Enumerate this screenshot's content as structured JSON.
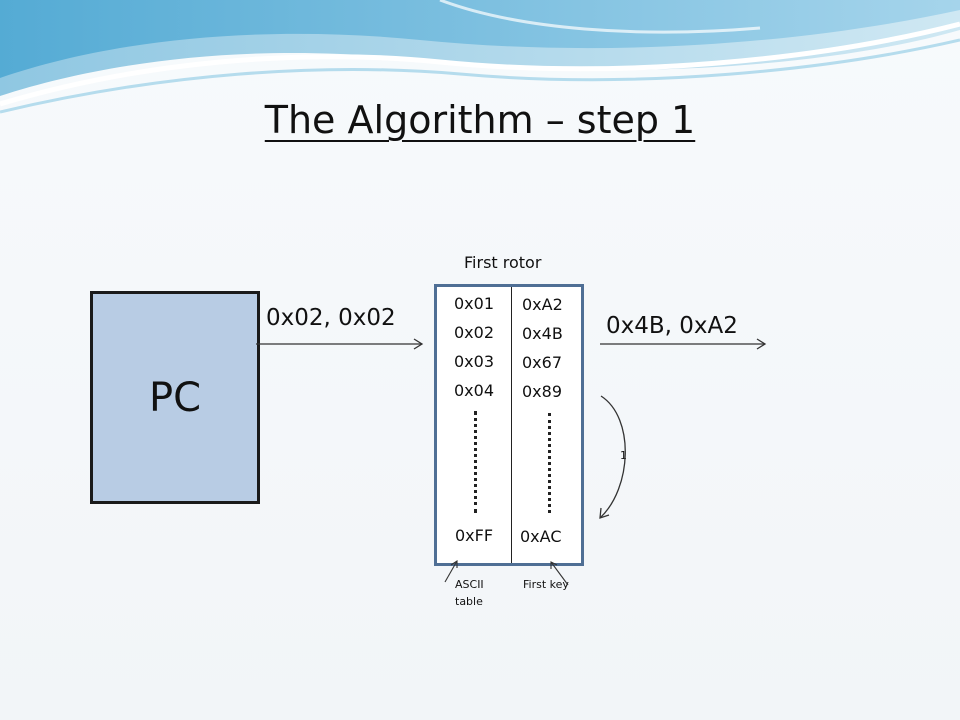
{
  "title": "The Algorithm – step 1",
  "pc_label": "PC",
  "input_label": "0x02, 0x02",
  "output_label": "0x4B, 0xA2",
  "rotor_title": "First rotor",
  "ascii_column": [
    "0x01",
    "0x02",
    "0x03",
    "0x04"
  ],
  "ascii_last": "0xFF",
  "key_column": [
    "0xA2",
    "0x4B",
    "0x67",
    "0x89"
  ],
  "key_last": "0xAC",
  "rotation_label": "1",
  "ascii_table_label_line1": "ASCII",
  "ascii_table_label_line2": "table",
  "first_key_label": "First key",
  "colors": {
    "pc_fill": "#b8cce4",
    "rotor_border": "#4f6f95"
  }
}
